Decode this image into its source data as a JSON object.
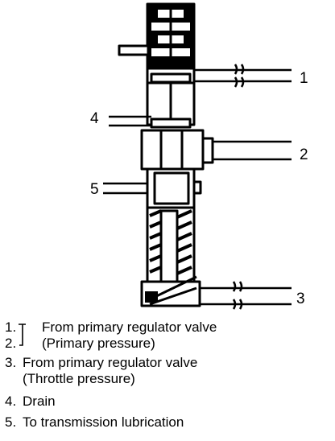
{
  "callouts": [
    "1",
    "2",
    "3",
    "4",
    "5"
  ],
  "legend": [
    {
      "num": "1.",
      "text": "From primary regulator valve"
    },
    {
      "num": "2.",
      "text": "(Primary pressure)"
    },
    {
      "num": "3.",
      "text": "From primary regulator valve"
    },
    {
      "num": "",
      "text": "(Throttle pressure)"
    },
    {
      "num": "4.",
      "text": "Drain"
    },
    {
      "num": "5.",
      "text": "To transmission lubrication"
    }
  ]
}
